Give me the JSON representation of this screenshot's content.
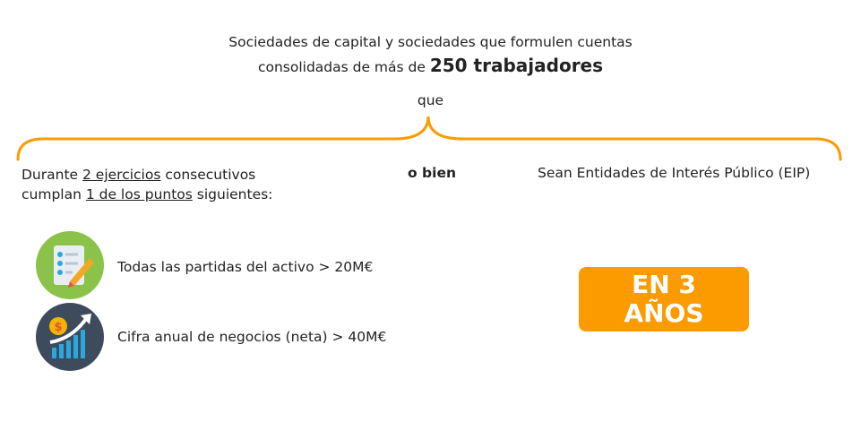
{
  "header": {
    "line1": "Sociedades de capital y sociedades que formulen cuentas",
    "line2_prefix": "consolidadas de más de ",
    "line2_bold": "250 trabajadores"
  },
  "connector": "que",
  "left": {
    "t1": "Durante ",
    "u1": "2 ejercicios",
    "t2": " consecutivos",
    "t3": "cumplan ",
    "u2": "1 de los puntos",
    "t4": " siguientes:"
  },
  "middle": "o bien",
  "right": "Sean Entidades de Interés Público (EIP)",
  "items": [
    {
      "label": "Todas las partidas del activo > 20M€",
      "icon": "checklist-icon"
    },
    {
      "label": "Cifra anual de negocios (neta) > 40M€",
      "icon": "growth-chart-icon"
    }
  ],
  "badge": {
    "line1": "EN 3",
    "line2": "AÑOS"
  },
  "colors": {
    "accent": "#fb9b00",
    "icon_bg_green": "#8bc34a",
    "icon_bg_dark": "#3d4b5c"
  }
}
